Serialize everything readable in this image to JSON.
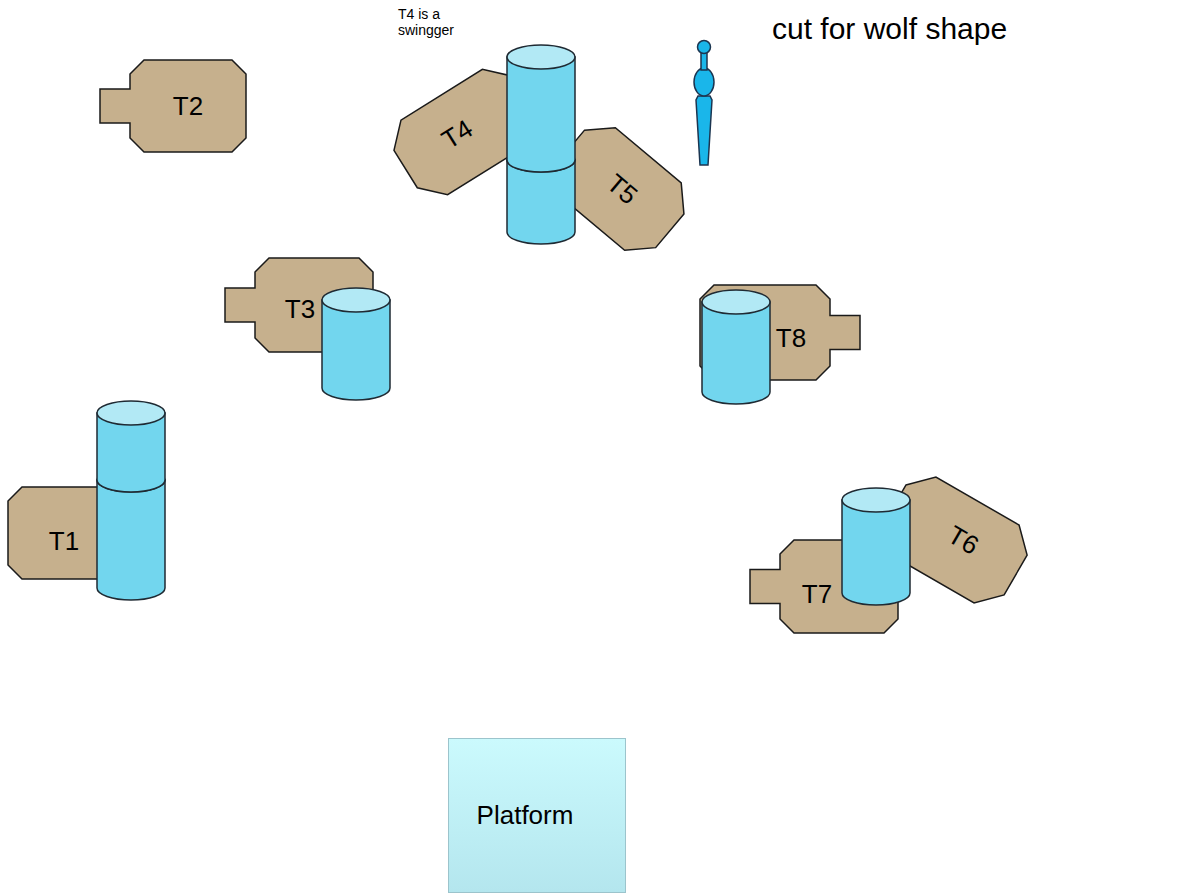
{
  "diagram": {
    "nodes": [
      {
        "text": [
          "T2"
        ]
      },
      {
        "text": [
          "T4"
        ]
      },
      {
        "text": [
          "T5"
        ]
      },
      {
        "text": [
          "T3"
        ]
      },
      {
        "text": [
          "T8"
        ]
      },
      {
        "text": [
          "T1"
        ]
      },
      {
        "text": [
          "T6"
        ]
      },
      {
        "text": [
          "T7"
        ]
      },
      {
        "text": [
          "Platform"
        ]
      }
    ],
    "labels": [
      "T4 is a swingger",
      "cut for wolf shape"
    ]
  }
}
